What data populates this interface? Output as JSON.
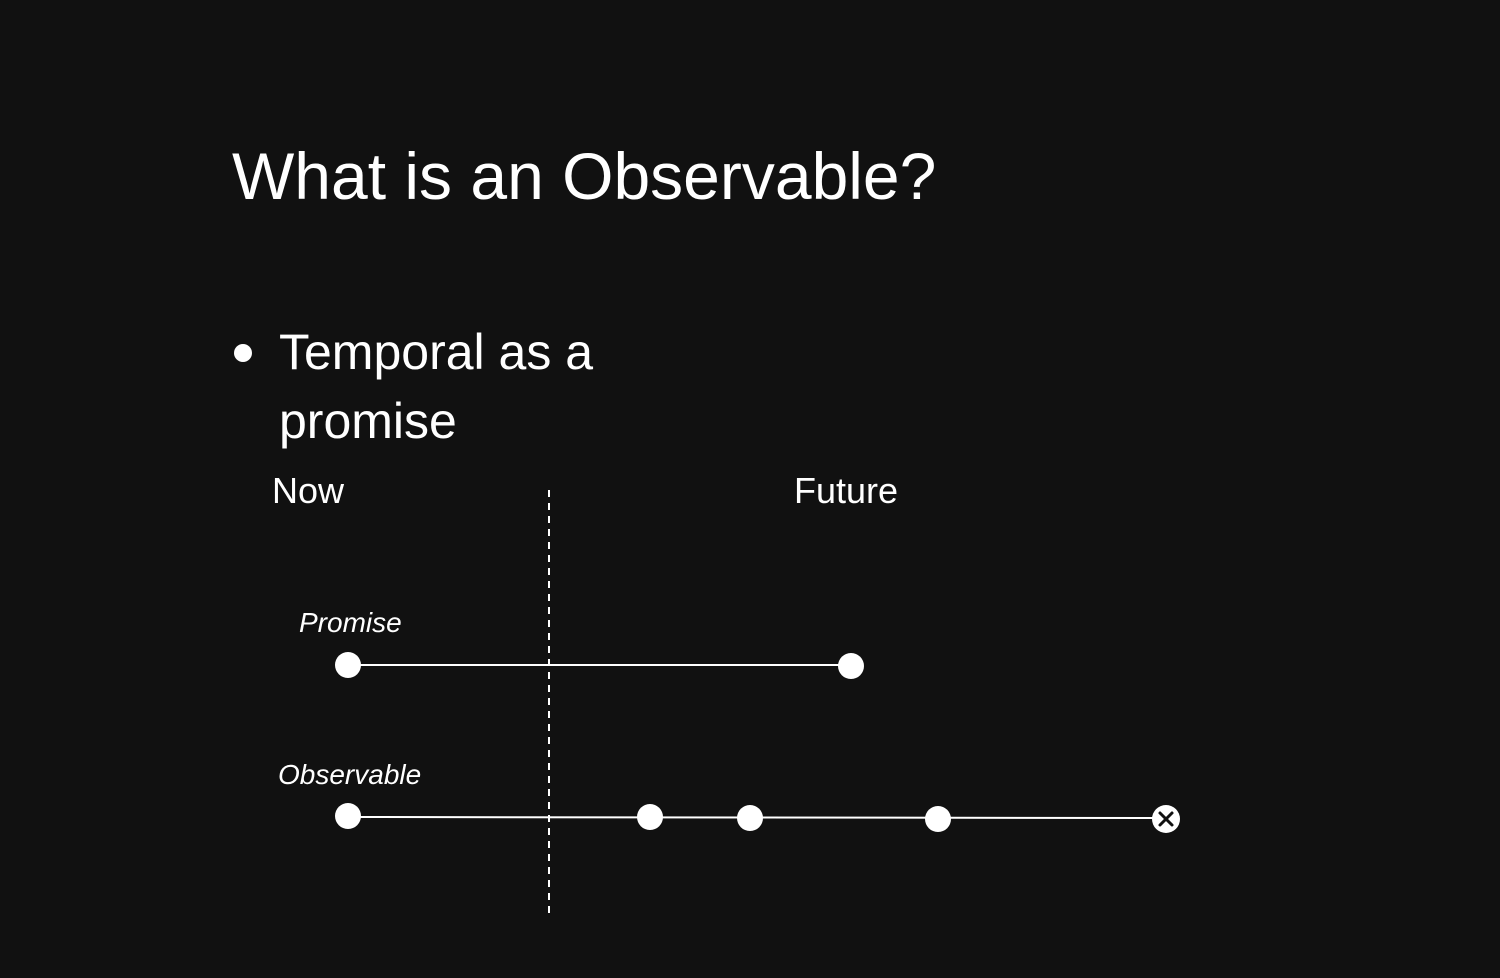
{
  "slide": {
    "title": "What is an Observable?",
    "bullets": [
      "Temporal as a promise"
    ]
  },
  "diagram": {
    "time_labels": {
      "now": "Now",
      "future": "Future"
    },
    "rows": [
      {
        "label": "Promise",
        "events": [
          "value",
          "value"
        ]
      },
      {
        "label": "Observable",
        "events": [
          "value",
          "value",
          "value",
          "value",
          "error"
        ]
      }
    ],
    "colors": {
      "background": "#111111",
      "foreground": "#ffffff"
    },
    "icons": {
      "error_marker": "close-x-icon",
      "event_marker": "dot"
    }
  }
}
